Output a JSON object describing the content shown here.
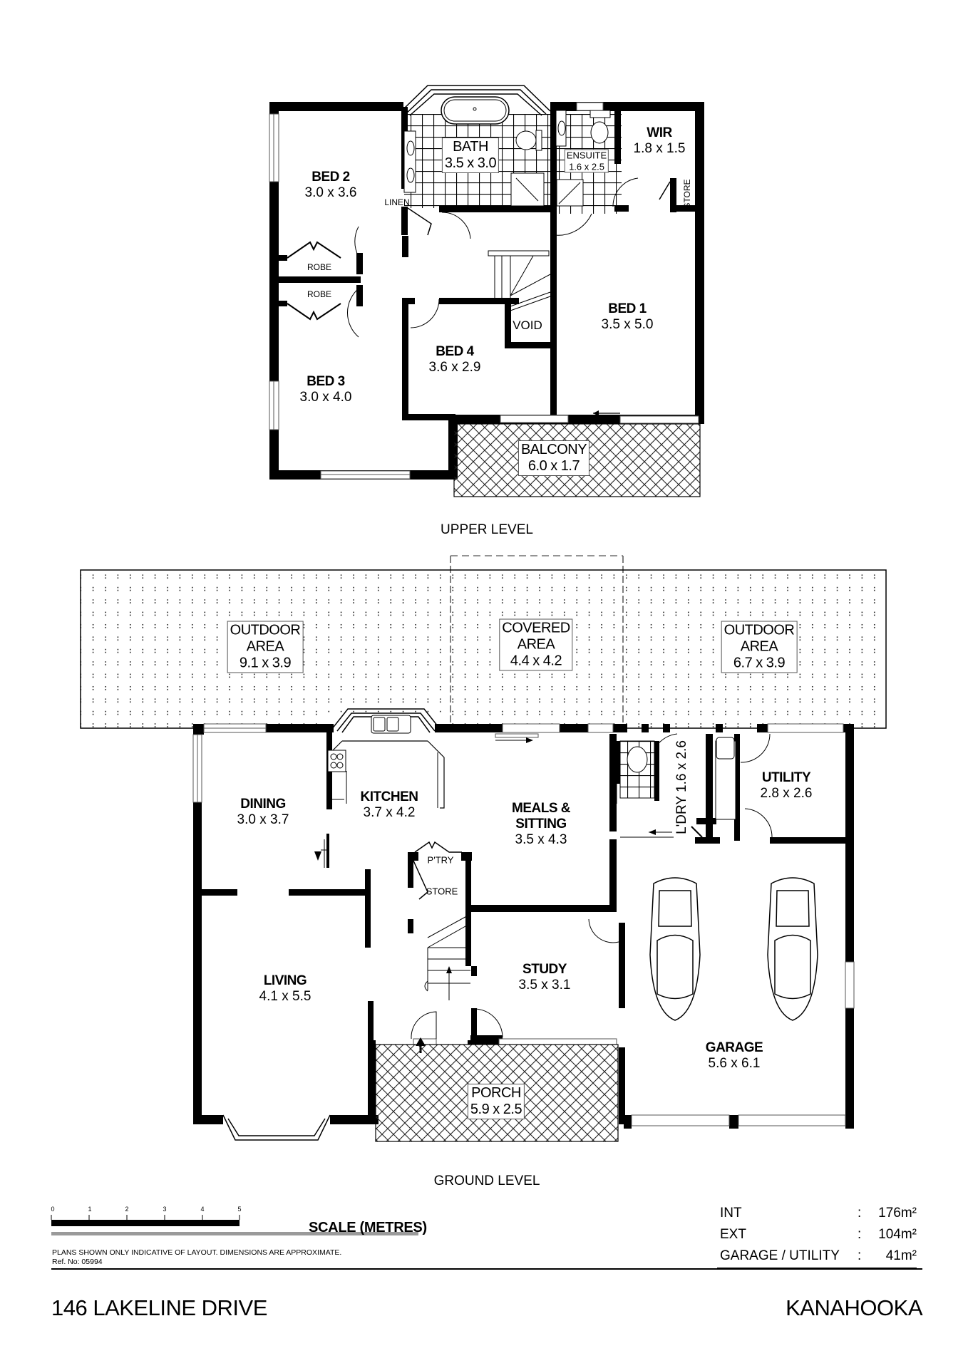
{
  "upper_level": {
    "title": "UPPER LEVEL",
    "rooms": {
      "bed2": {
        "name": "BED 2",
        "dim": "3.0 x 3.6"
      },
      "bath": {
        "name": "BATH",
        "dim": "3.5 x 3.0"
      },
      "ensuite": {
        "name": "ENSUITE",
        "dim": "1.6 x 2.5"
      },
      "wir": {
        "name": "WIR",
        "dim": "1.8 x 1.5"
      },
      "store": {
        "name": "STORE"
      },
      "linen": {
        "name": "LINEN"
      },
      "robe1": {
        "name": "ROBE"
      },
      "robe2": {
        "name": "ROBE"
      },
      "bed1": {
        "name": "BED 1",
        "dim": "3.5 x 5.0"
      },
      "bed3": {
        "name": "BED 3",
        "dim": "3.0 x 4.0"
      },
      "bed4": {
        "name": "BED 4",
        "dim": "3.6 x 2.9"
      },
      "void": {
        "name": "VOID"
      },
      "balcony": {
        "name": "BALCONY",
        "dim": "6.0 x 1.7"
      }
    }
  },
  "ground_level": {
    "title": "GROUND LEVEL",
    "rooms": {
      "outdoor_left": {
        "name1": "OUTDOOR",
        "name2": "AREA",
        "dim": "9.1 x 3.9"
      },
      "covered": {
        "name1": "COVERED",
        "name2": "AREA",
        "dim": "4.4 x 4.2"
      },
      "outdoor_right": {
        "name1": "OUTDOOR",
        "name2": "AREA",
        "dim": "6.7 x 3.9"
      },
      "dining": {
        "name": "DINING",
        "dim": "3.0 x 3.7"
      },
      "kitchen": {
        "name": "KITCHEN",
        "dim": "3.7 x 4.2"
      },
      "meals": {
        "name1": "MEALS &",
        "name2": "SITTING",
        "dim": "3.5 x 4.3"
      },
      "laundry": {
        "name": "L'DRY",
        "dim": "1.6 x 2.6"
      },
      "utility": {
        "name": "UTILITY",
        "dim": "2.8 x 2.6"
      },
      "pantry": {
        "name": "P'TRY"
      },
      "store": {
        "name": "STORE"
      },
      "living": {
        "name": "LIVING",
        "dim": "4.1 x 5.5"
      },
      "study": {
        "name": "STUDY",
        "dim": "3.5 x 3.1"
      },
      "garage": {
        "name": "GARAGE",
        "dim": "5.6 x 6.1"
      },
      "porch": {
        "name": "PORCH",
        "dim": "5.9 x 2.5"
      }
    }
  },
  "scale": {
    "ticks": [
      "0",
      "1",
      "2",
      "3",
      "4",
      "5"
    ],
    "title": "SCALE (METRES)"
  },
  "disclaimer": {
    "line1": "PLANS SHOWN ONLY INDICATIVE OF LAYOUT.  DIMENSIONS ARE APPROXIMATE.",
    "line2": "Ref. No: 05994"
  },
  "areas": [
    {
      "label": "INT",
      "sep": ":",
      "value": "176m²"
    },
    {
      "label": "EXT",
      "sep": ":",
      "value": "104m²"
    },
    {
      "label": "GARAGE / UTILITY",
      "sep": ":",
      "value": "41m²"
    }
  ],
  "footer": {
    "address": "146 LAKELINE DRIVE",
    "suburb": "KANAHOOKA"
  }
}
